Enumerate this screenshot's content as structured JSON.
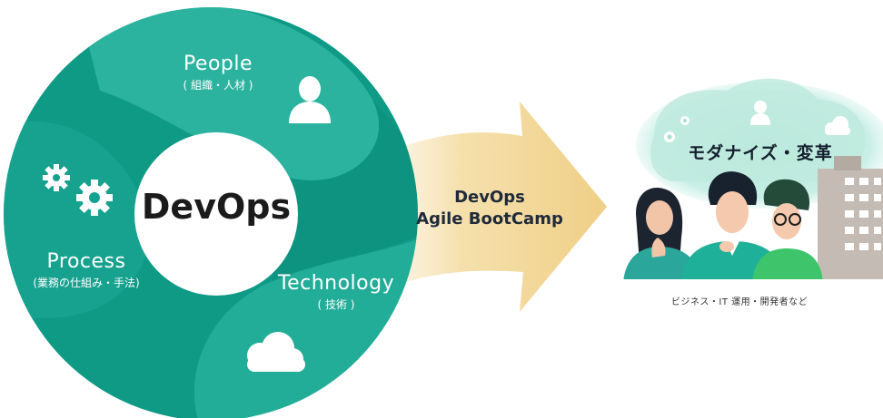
{
  "center": {
    "title": "DevOps"
  },
  "segments": {
    "people": {
      "label": "People",
      "sub": "( 組織・人材 )",
      "icon": "person-icon"
    },
    "process": {
      "label": "Process",
      "sub": "(業務の仕組み・手法)",
      "icon": "gears-icon"
    },
    "technology": {
      "label": "Technology",
      "sub": "( 技術 )",
      "icon": "cloud-icon"
    }
  },
  "arrow": {
    "line1": "DevOps",
    "line2": "Agile BootCamp"
  },
  "result": {
    "title": "モダナイズ・変革",
    "caption": "ビジネス・IT 運用・開発者など"
  },
  "colors": {
    "teal": "#129b88",
    "teal_dark": "#0a8a78",
    "teal_light": "#2ab3a0",
    "arrow": "#f1d79a",
    "cloud_bg": "#c6ede4"
  }
}
